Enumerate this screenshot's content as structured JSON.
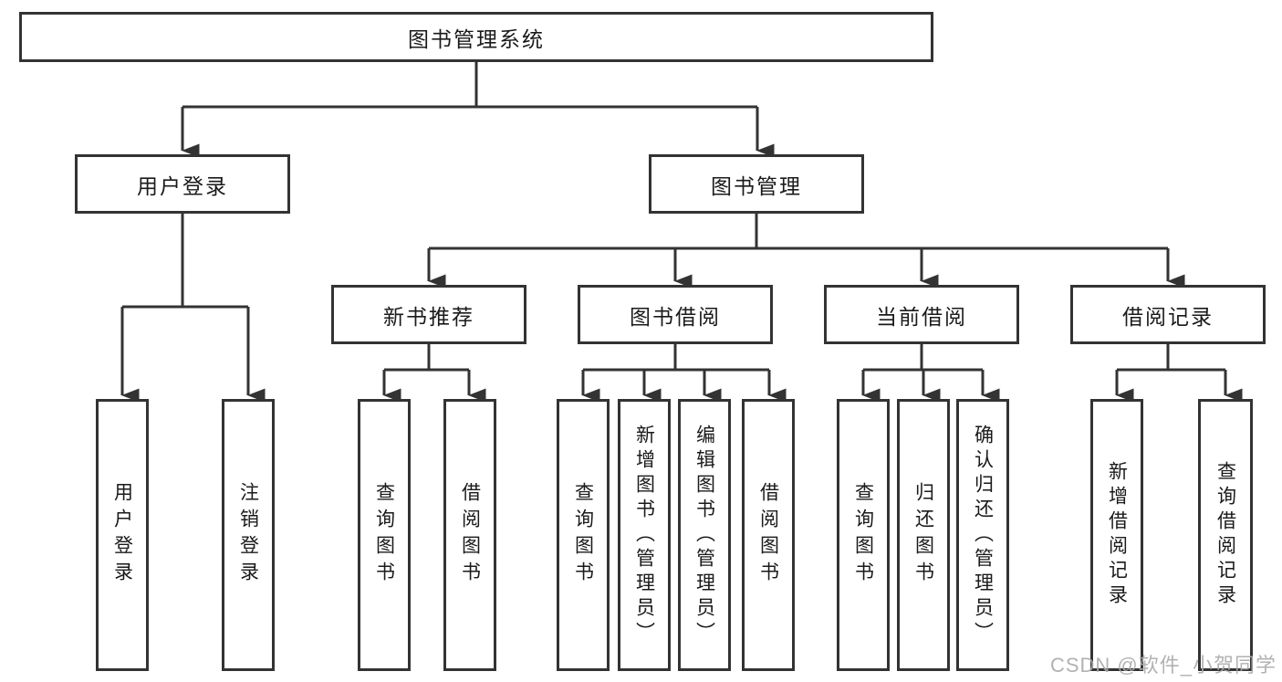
{
  "diagram": {
    "root": {
      "label": "图书管理系统"
    },
    "level2": [
      {
        "label": "用户登录"
      },
      {
        "label": "图书管理"
      }
    ],
    "level3": [
      {
        "label": "新书推荐",
        "parent": "图书管理"
      },
      {
        "label": "图书借阅",
        "parent": "图书管理"
      },
      {
        "label": "当前借阅",
        "parent": "图书管理"
      },
      {
        "label": "借阅记录",
        "parent": "图书管理"
      }
    ],
    "leaves": [
      {
        "label": "用户登录",
        "parent": "用户登录"
      },
      {
        "label": "注销登录",
        "parent": "用户登录"
      },
      {
        "label": "查询图书",
        "parent": "新书推荐"
      },
      {
        "label": "借阅图书",
        "parent": "新书推荐"
      },
      {
        "label": "查询图书",
        "parent": "图书借阅"
      },
      {
        "label": "新增图书（管理员）",
        "parent": "图书借阅"
      },
      {
        "label": "编辑图书（管理员）",
        "parent": "图书借阅"
      },
      {
        "label": "借阅图书",
        "parent": "图书借阅"
      },
      {
        "label": "查询图书",
        "parent": "当前借阅"
      },
      {
        "label": "归还图书",
        "parent": "当前借阅"
      },
      {
        "label": "确认归还（管理员）",
        "parent": "当前借阅"
      },
      {
        "label": "新增借阅记录",
        "parent": "借阅记录"
      },
      {
        "label": "查询借阅记录",
        "parent": "借阅记录"
      }
    ]
  },
  "watermark": {
    "text": "CSDN @软件_小贺同学"
  },
  "colors": {
    "line": "#333333",
    "border": "#333333",
    "text": "#1a1a1a",
    "watermark": "#aaaaaa",
    "background": "#ffffff"
  }
}
